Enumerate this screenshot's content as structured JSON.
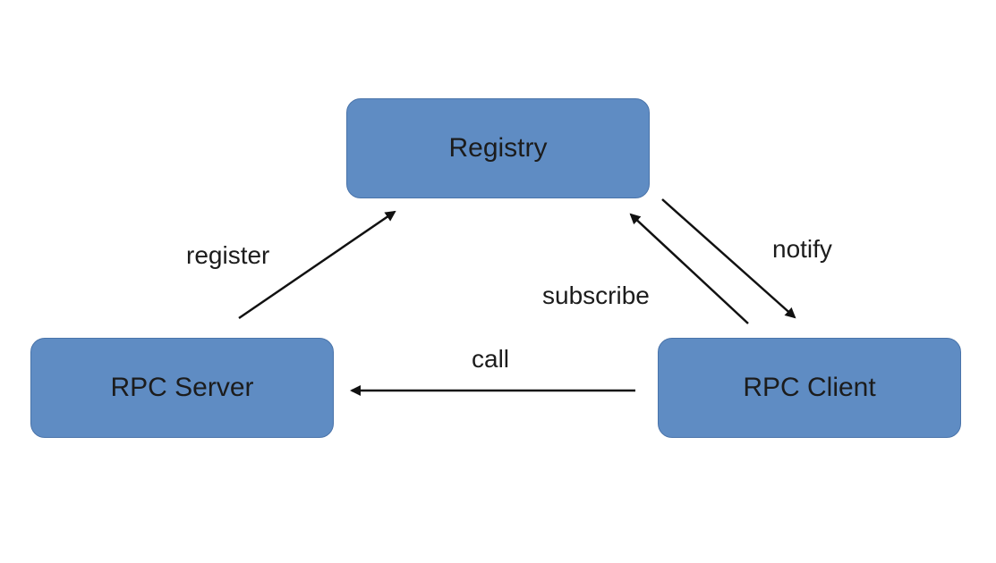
{
  "colors": {
    "node_fill": "#5f8cc3",
    "node_border": "#4a74aa",
    "text": "#1c1c1c",
    "arrow": "#111111"
  },
  "nodes": {
    "registry": {
      "label": "Registry"
    },
    "server": {
      "label": "RPC Server"
    },
    "client": {
      "label": "RPC Client"
    }
  },
  "edges": {
    "register": {
      "label": "register",
      "from": "RPC Server",
      "to": "Registry"
    },
    "subscribe": {
      "label": "subscribe",
      "from": "RPC Client",
      "to": "Registry"
    },
    "notify": {
      "label": "notify",
      "from": "Registry",
      "to": "RPC Client"
    },
    "call": {
      "label": "call",
      "from": "RPC Client",
      "to": "RPC Server"
    }
  }
}
